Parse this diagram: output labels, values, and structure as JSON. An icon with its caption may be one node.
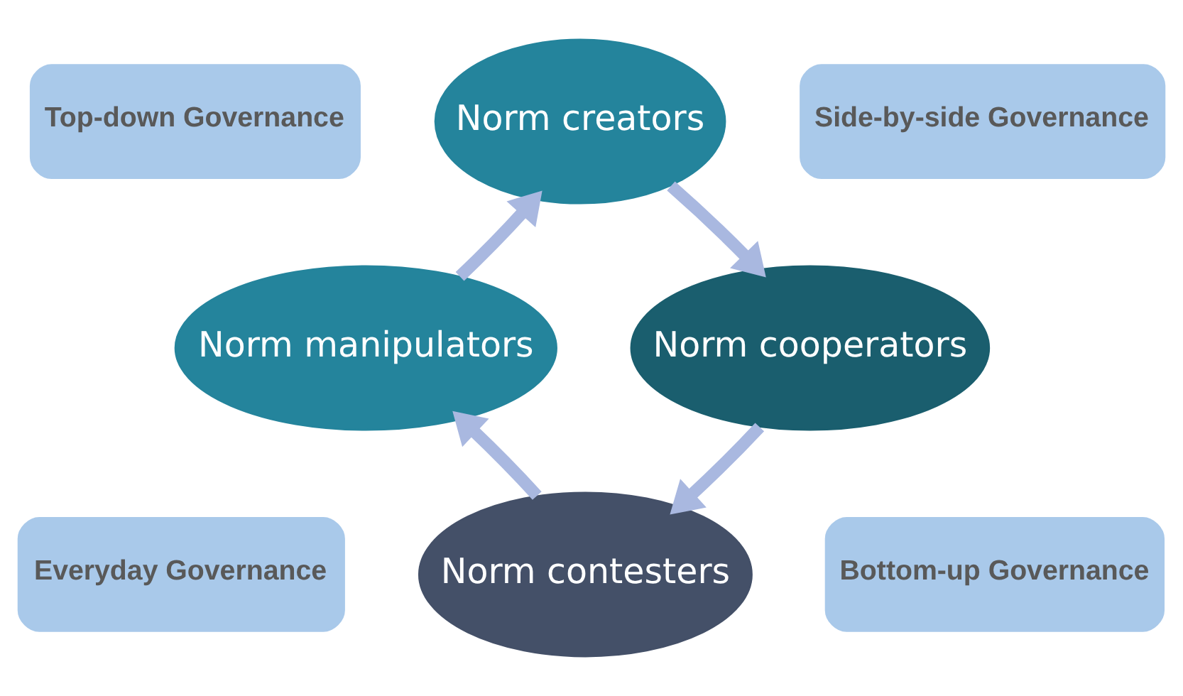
{
  "diagram": {
    "nodes": [
      {
        "text": [
          "Top-down Governance"
        ]
      },
      {
        "text": [
          "Norm creators"
        ]
      },
      {
        "text": [
          "Side-by-side Governance"
        ]
      },
      {
        "text": [
          "Norm manipulators"
        ]
      },
      {
        "text": [
          "Norm cooperators"
        ]
      },
      {
        "text": [
          "Everyday Governance"
        ]
      },
      {
        "text": [
          "Norm contesters"
        ]
      },
      {
        "text": [
          "Bottom-up Governance"
        ]
      }
    ],
    "edges": [
      {
        "from": 1,
        "to": 4,
        "arrow": "to"
      },
      {
        "from": 4,
        "to": 6,
        "arrow": "to"
      },
      {
        "from": 6,
        "to": 3,
        "arrow": "to"
      },
      {
        "from": 3,
        "to": 1,
        "arrow": "to"
      }
    ]
  }
}
